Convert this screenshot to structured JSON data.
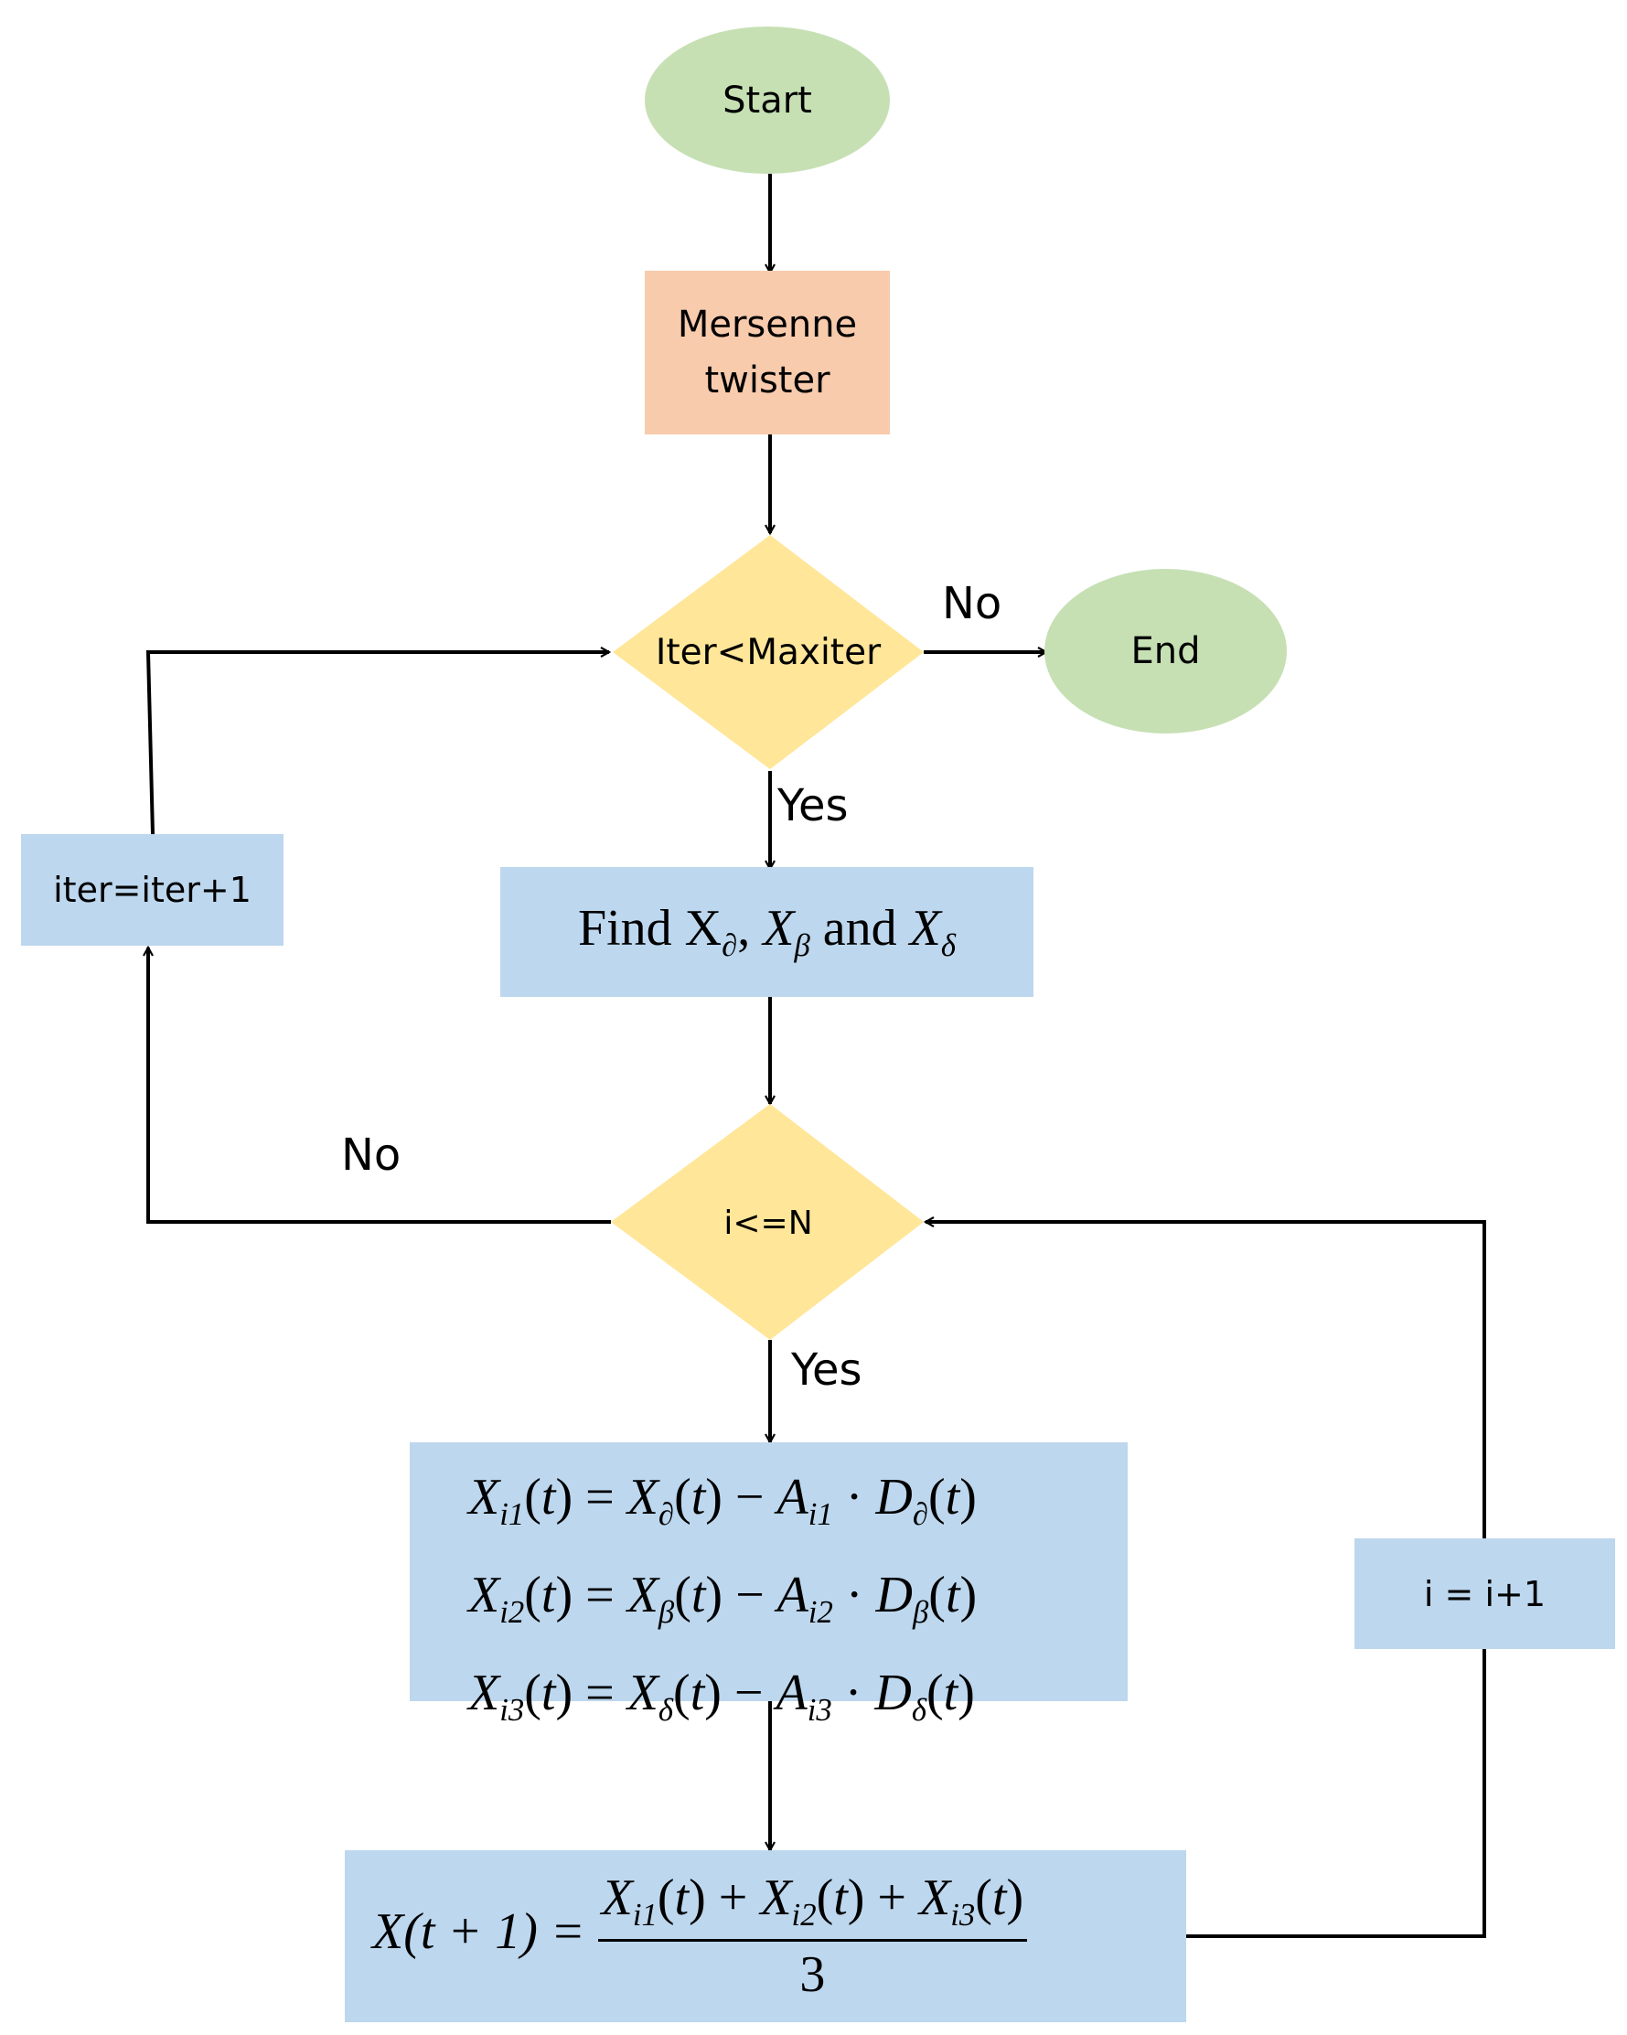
{
  "nodes": {
    "start": "Start",
    "mersenne": "Mersenne\ntwister",
    "iter_check": "Iter<Maxiter",
    "end": "End",
    "find": {
      "prefix": "Find X",
      "sub_alpha": "∂",
      "sep": ", ",
      "x2": "X",
      "sub_beta": "β",
      "and": " and ",
      "x3": "X",
      "sub_delta": "δ"
    },
    "iter_inc": "iter=iter+1",
    "i_check": "i<=N",
    "i_inc": "i = i+1",
    "equations": [
      {
        "lhs_sub": "i1",
        "leader_sub": "∂",
        "a_sub": "i1",
        "d_sub": "∂"
      },
      {
        "lhs_sub": "i2",
        "leader_sub": "β",
        "a_sub": "i2",
        "d_sub": "β"
      },
      {
        "lhs_sub": "i3",
        "leader_sub": "δ",
        "a_sub": "i3",
        "d_sub": "δ"
      }
    ],
    "update": {
      "lhs": "X(t + 1) =",
      "numerator_subs": [
        "i1",
        "i2",
        "i3"
      ],
      "denominator": "3"
    }
  },
  "edge_labels": {
    "no_top": "No",
    "yes_top": "Yes",
    "no_left": "No",
    "yes_bottom": "Yes"
  },
  "colors": {
    "terminal": "#c6e0b4",
    "process_orange": "#f8cbad",
    "decision": "#ffe699",
    "process_blue": "#bdd7ee",
    "line": "#000000"
  }
}
